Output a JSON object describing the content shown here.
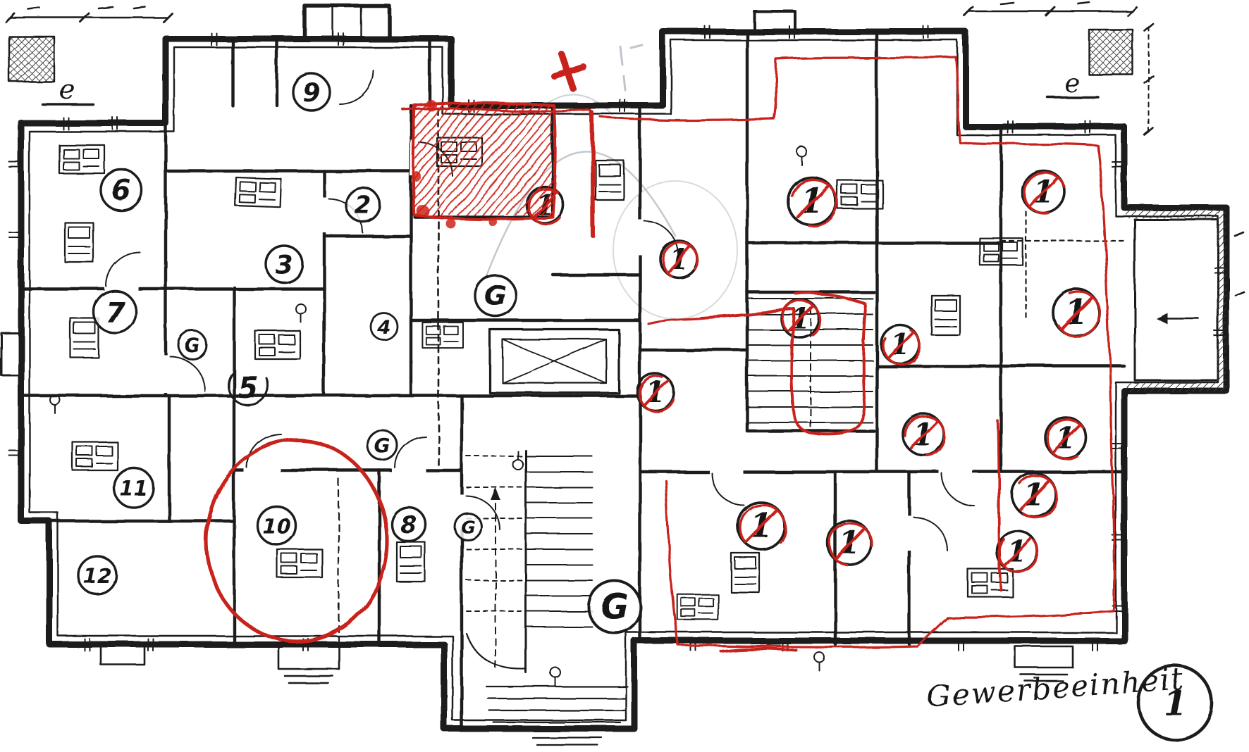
{
  "plan": {
    "caption": {
      "label": "Gewerbeeinheit",
      "unit": "1"
    },
    "marks": {
      "one": "1",
      "g": "G"
    },
    "rooms": {
      "r2": "2",
      "r3": "3",
      "r4": "4",
      "r5": "5",
      "r6": "6",
      "r7": "7",
      "r8": "8",
      "r9": "9",
      "r10": "10",
      "r11": "11",
      "r12": "12"
    },
    "legend": {
      "e": "e"
    },
    "colors": {
      "ink": "#1a1a1a",
      "annotation_red": "#c8201a",
      "hatch_red": "#d02317",
      "pencil": "#b0b6bf",
      "paper": "#ffffff"
    }
  }
}
